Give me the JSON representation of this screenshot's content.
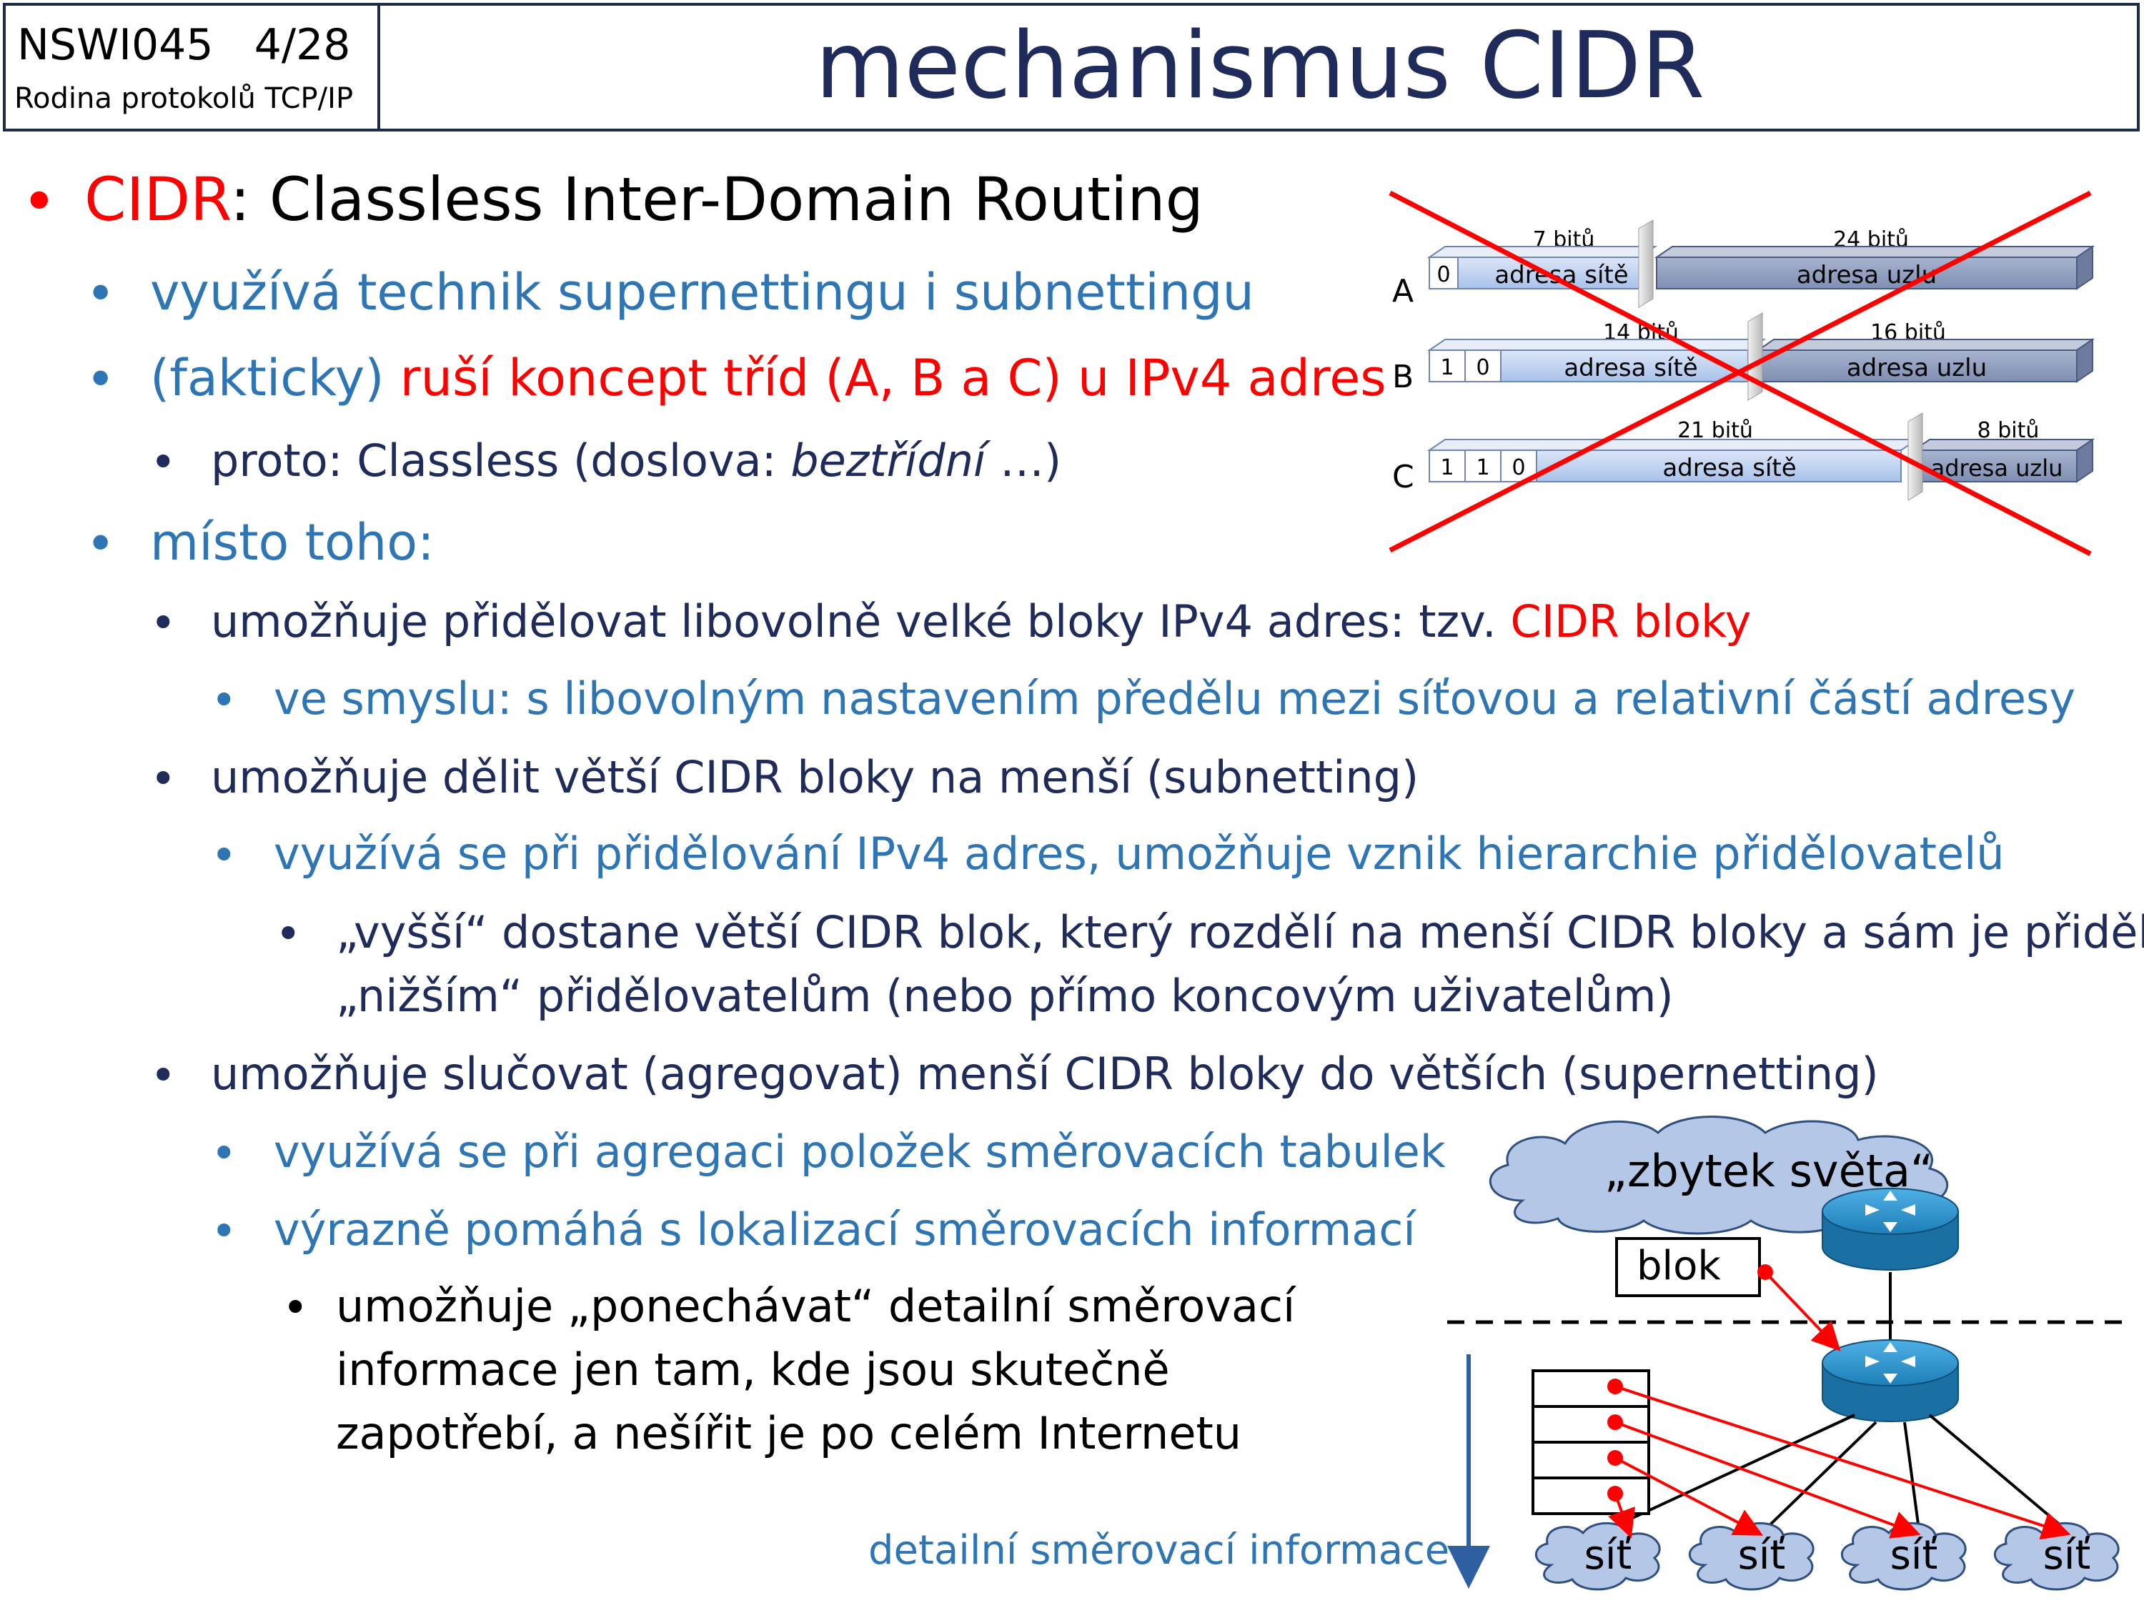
{
  "header": {
    "course_code": "NSWI045",
    "page": "4/28",
    "subtitle": "Rodina protokolů TCP/IP",
    "title": "mechanismus CIDR"
  },
  "bullets": {
    "b1_term": "CIDR",
    "b1_rest": ": Classless Inter-Domain Routing",
    "b1a": "využívá technik supernettingu i subnettingu",
    "b1b_prefix": "(fakticky) ",
    "b1b_red": "ruší koncept tříd (A, B a C) u IPv4 adres",
    "b1b1_text": "proto: Classless (doslova: ",
    "b1b1_italic": "beztřídní",
    "b1b1_end": " …)",
    "b1c": "místo toho:",
    "b1c1_text": "umožňuje přidělovat libovolně velké bloky IPv4 adres: tzv. ",
    "b1c1_red": "CIDR bloky",
    "b1c1a": "ve smyslu: s libovolným nastavením předělu mezi síťovou a relativní částí adresy",
    "b1c2": "umožňuje dělit větší CIDR bloky na menší (subnetting)",
    "b1c2a": "využívá se při přidělování IPv4 adres, umožňuje vznik hierarchie přidělovatelů",
    "b1c2a1_line1": "„vyšší“ dostane větší CIDR blok, který rozdělí na menší CIDR bloky a sám je přidělí",
    "b1c2a1_line2": "„nižším“ přidělovatelům (nebo přímo koncovým uživatelům)",
    "b1c3": "umožňuje slučovat (agregovat) menší CIDR bloky do větších (supernetting)",
    "b1c3a": "využívá se při agregaci položek směrovacích tabulek",
    "b1c3b": "výrazně pomáhá s lokalizací směrovacích informací",
    "b1c3b1_line1": "umožňuje „ponechávat“ detailní směrovací",
    "b1c3b1_line2": "informace jen tam, kde jsou skutečně",
    "b1c3b1_line3": "zapotřebí, a nešířit je po celém Internetu"
  },
  "class_diagram": {
    "row_labels": [
      "A",
      "B",
      "C"
    ],
    "a_bits_net": "7 bitů",
    "a_bits_host": "24 bitů",
    "a_prefix": [
      "0"
    ],
    "b_bits_net": "14 bitů",
    "b_bits_host": "16 bitů",
    "b_prefix": [
      "1",
      "0"
    ],
    "c_bits_net": "21 bitů",
    "c_bits_host": "8 bitů",
    "c_prefix": [
      "1",
      "1",
      "0"
    ],
    "net_label": "adresa sítě",
    "host_label": "adresa uzlu",
    "crossed_out": true,
    "cross_color": "#ff0000"
  },
  "network_diagram": {
    "cloud_label": "„zbytek světa“",
    "block_label": "blok",
    "network_label": "síť",
    "caption": "detailní směrovací informace",
    "arrow_color": "#ff0000",
    "router_color": "#1e7fb8",
    "cloud_color": "#b4c7e7"
  }
}
